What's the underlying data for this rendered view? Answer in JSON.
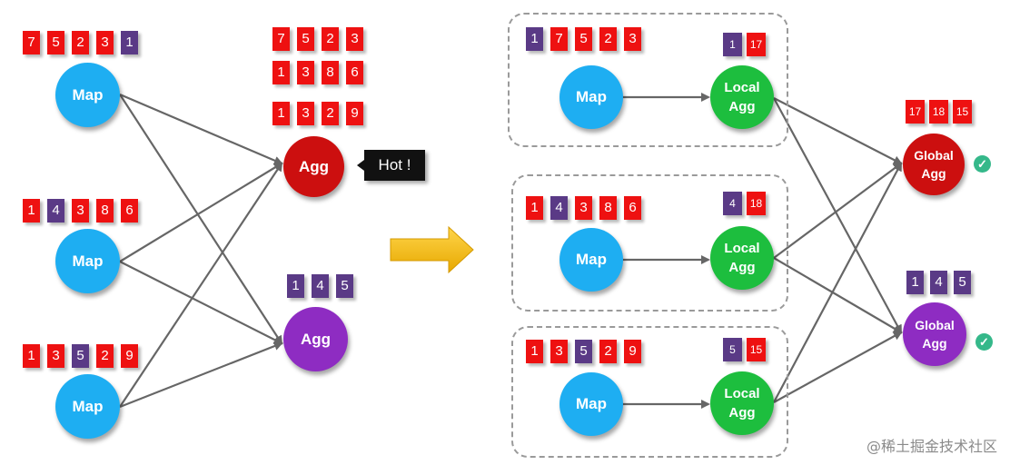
{
  "colors": {
    "red": "#ee1111",
    "purple": "#5a3a86",
    "map": "#1eaef2",
    "agg_hot": "#cc0f0f",
    "agg_purple": "#8e2cc2",
    "local": "#1dbe3e",
    "edge": "#666666",
    "arrow": "#f4b800",
    "check": "#35b88a"
  },
  "left": {
    "map_label": "Map",
    "hot_agg_label": "Agg",
    "purple_agg_label": "Agg",
    "callout": "Hot !",
    "map_rows": [
      [
        {
          "v": "7",
          "c": "red"
        },
        {
          "v": "5",
          "c": "red"
        },
        {
          "v": "2",
          "c": "red"
        },
        {
          "v": "3",
          "c": "red"
        },
        {
          "v": "1",
          "c": "purple"
        }
      ],
      [
        {
          "v": "1",
          "c": "red"
        },
        {
          "v": "4",
          "c": "purple"
        },
        {
          "v": "3",
          "c": "red"
        },
        {
          "v": "8",
          "c": "red"
        },
        {
          "v": "6",
          "c": "red"
        }
      ],
      [
        {
          "v": "1",
          "c": "red"
        },
        {
          "v": "3",
          "c": "red"
        },
        {
          "v": "5",
          "c": "purple"
        },
        {
          "v": "2",
          "c": "red"
        },
        {
          "v": "9",
          "c": "red"
        }
      ]
    ],
    "hot_agg_rows": [
      [
        "7",
        "5",
        "2",
        "3"
      ],
      [
        "1",
        "3",
        "8",
        "6"
      ],
      [
        "1",
        "3",
        "2",
        "9"
      ]
    ],
    "purple_agg_values": [
      "1",
      "4",
      "5"
    ]
  },
  "right": {
    "map_label": "Map",
    "local_label_1": "Local",
    "local_label_2": "Agg",
    "global_label_1": "Global",
    "global_label_2": "Agg",
    "check_glyph": "✓",
    "map_rows": [
      [
        {
          "v": "1",
          "c": "purple"
        },
        {
          "v": "7",
          "c": "red"
        },
        {
          "v": "5",
          "c": "red"
        },
        {
          "v": "2",
          "c": "red"
        },
        {
          "v": "3",
          "c": "red"
        }
      ],
      [
        {
          "v": "1",
          "c": "red"
        },
        {
          "v": "4",
          "c": "purple"
        },
        {
          "v": "3",
          "c": "red"
        },
        {
          "v": "8",
          "c": "red"
        },
        {
          "v": "6",
          "c": "red"
        }
      ],
      [
        {
          "v": "1",
          "c": "red"
        },
        {
          "v": "3",
          "c": "red"
        },
        {
          "v": "5",
          "c": "purple"
        },
        {
          "v": "2",
          "c": "red"
        },
        {
          "v": "9",
          "c": "red"
        }
      ]
    ],
    "local_rows": [
      [
        {
          "v": "1",
          "c": "purple"
        },
        {
          "v": "17",
          "c": "red"
        }
      ],
      [
        {
          "v": "4",
          "c": "purple"
        },
        {
          "v": "18",
          "c": "red"
        }
      ],
      [
        {
          "v": "5",
          "c": "purple"
        },
        {
          "v": "15",
          "c": "red"
        }
      ]
    ],
    "global_hot_values": [
      "17",
      "18",
      "15"
    ],
    "global_purple_values": [
      "1",
      "4",
      "5"
    ]
  },
  "watermark": "@稀土掘金技术社区"
}
